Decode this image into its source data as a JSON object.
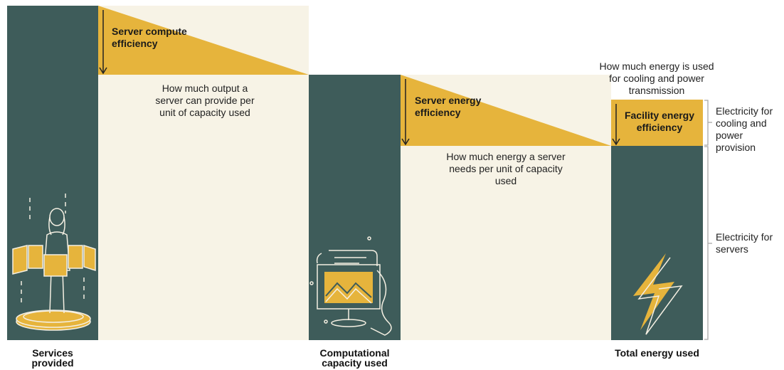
{
  "columns": {
    "services": "Services provided",
    "computational": "Computational capacity used",
    "total_energy": "Total energy used"
  },
  "factors": {
    "server_compute": {
      "label": "Server compute efficiency",
      "description": "How much output a server can provide per unit of capacity used"
    },
    "server_energy": {
      "label": "Server energy efficiency",
      "description": "How much energy a server needs per unit of capacity used"
    },
    "facility_energy": {
      "label": "Facility energy efficiency",
      "description": "How much energy is used for cooling and power transmission"
    }
  },
  "brackets": {
    "cooling": "Electricity for cooling and power provision",
    "servers": "Electricity for servers"
  },
  "icons": {
    "person": "person-with-screens-icon",
    "monitor": "monitor-chart-icon",
    "lightning": "lightning-bolt-icon"
  },
  "colors": {
    "column": "#3e5c5a",
    "accent": "#e6b43c",
    "cream": "#f7f3e6",
    "bracket": "#a8a8a8"
  }
}
